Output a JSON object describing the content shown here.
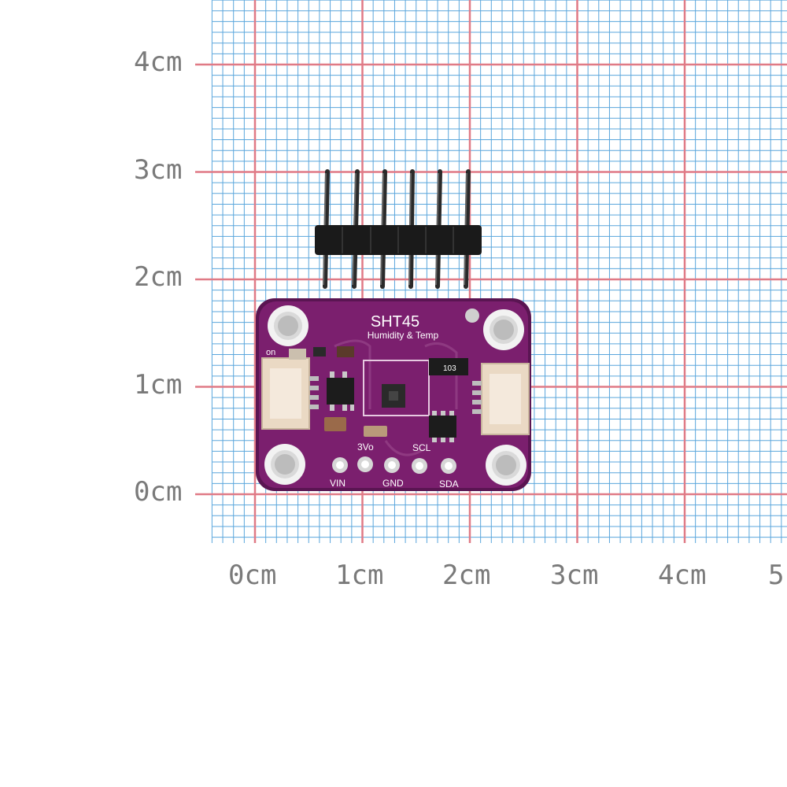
{
  "ruler": {
    "unit": "cm",
    "y_labels": [
      "4cm",
      "3cm",
      "2cm",
      "1cm",
      "0cm"
    ],
    "x_labels": [
      "0cm",
      "1cm",
      "2cm",
      "3cm",
      "4cm",
      "5"
    ]
  },
  "board": {
    "title": "SHT45",
    "subtitle": "Humidity & Temp",
    "on_label": "on",
    "chip_marking": "103",
    "pins_top": [
      "3Vo",
      "SCL"
    ],
    "pins_bottom": [
      "VIN",
      "GND",
      "SDA"
    ],
    "colors": {
      "pcb": "#7b1f6e",
      "silkscreen": "#ffffff",
      "grid_major": "#e07a86",
      "grid_minor": "#5aa6dc",
      "header": "#1a1a1a",
      "connector": "#ead9c4"
    }
  }
}
